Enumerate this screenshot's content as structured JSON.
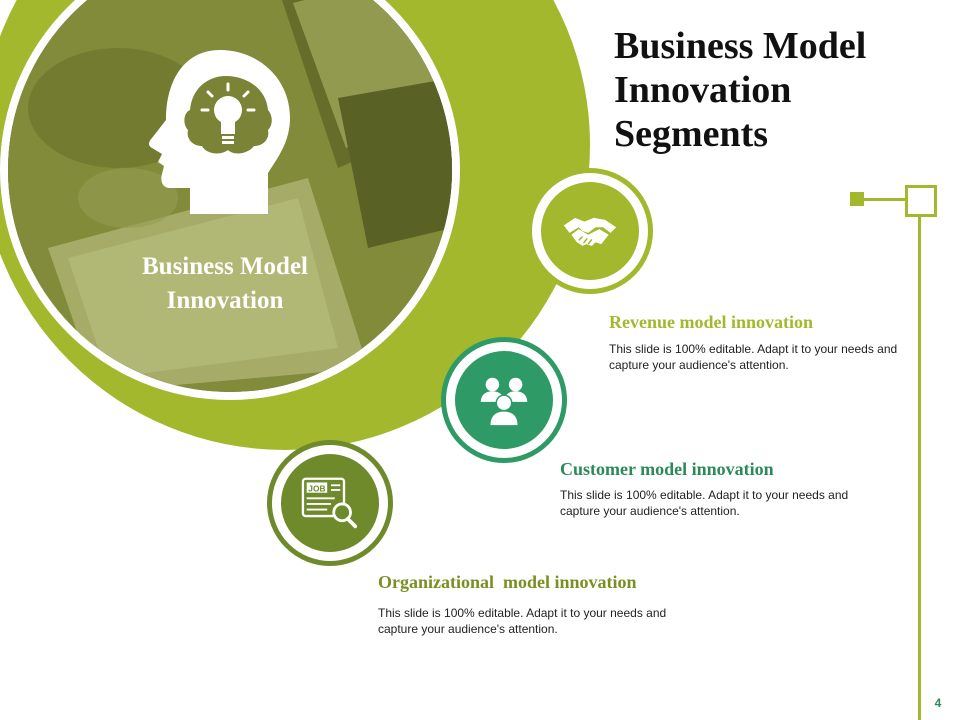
{
  "slide": {
    "title": "Business Model Innovation Segments",
    "page_number": "4"
  },
  "hero": {
    "label": "Business Model Innovation",
    "icon": "head-lightbulb-icon"
  },
  "segments": [
    {
      "heading": "Revenue model innovation",
      "body": "This slide is 100% editable. Adapt it to your needs and capture your audience's attention.",
      "icon": "handshake-icon",
      "color": "#a3b82c"
    },
    {
      "heading": "Customer model innovation",
      "body": "This slide is 100% editable. Adapt it to your needs and capture your audience's attention.",
      "icon": "user-group-icon",
      "color": "#2e9a66"
    },
    {
      "heading": "Organizational  model innovation",
      "body": "This slide is 100% editable. Adapt it to your needs and capture your audience's attention.",
      "icon": "job-search-icon",
      "job_label": "JOB",
      "color": "#6f8a2a"
    }
  ],
  "colors": {
    "accent_lime": "#a3b82c",
    "accent_green": "#2e9a66",
    "accent_olive": "#6f8a2a"
  }
}
